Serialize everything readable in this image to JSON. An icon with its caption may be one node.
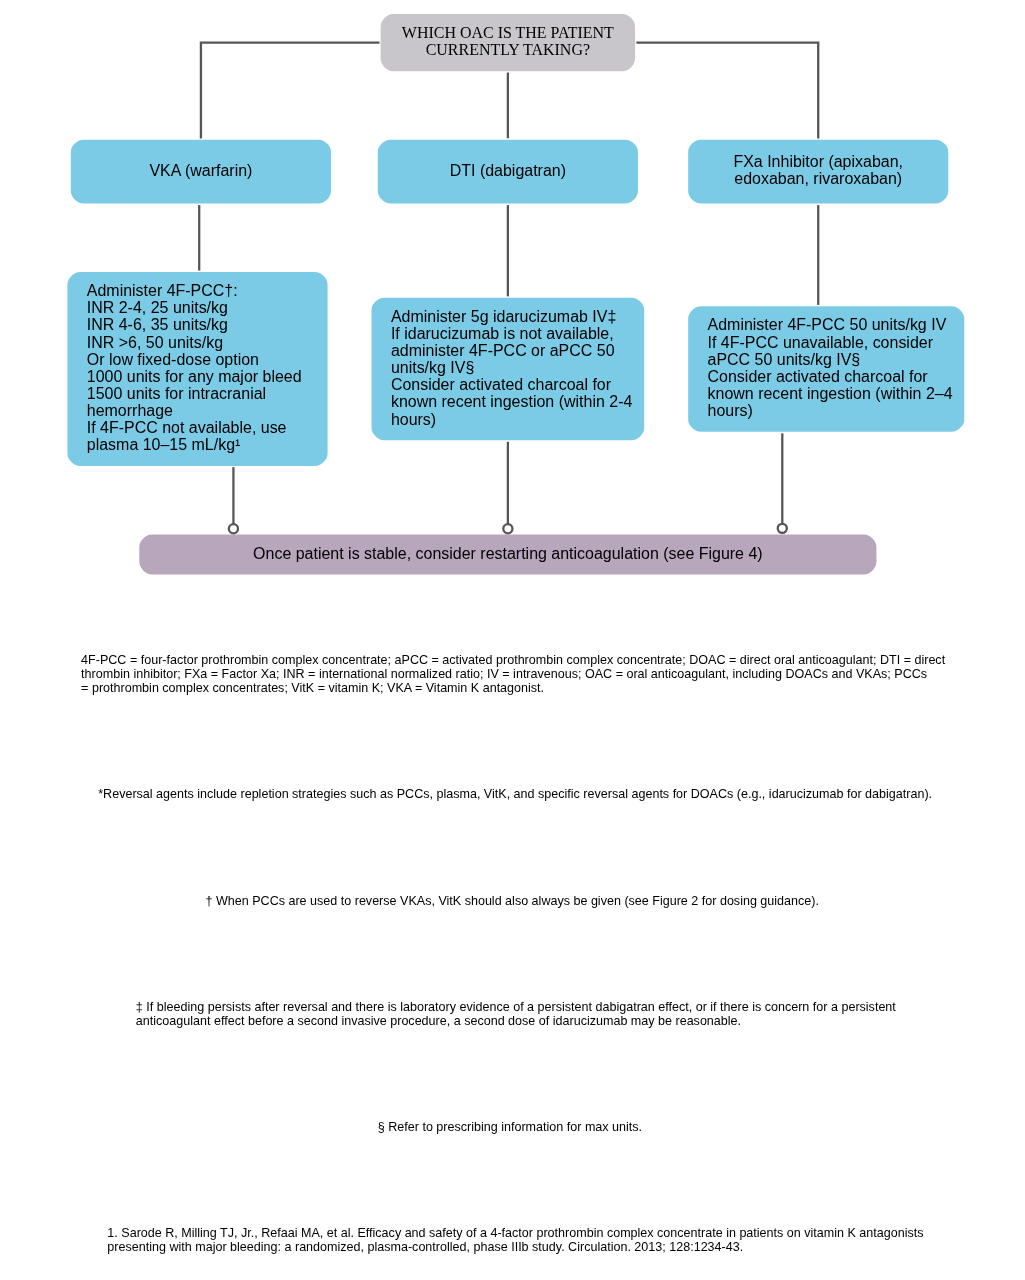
{
  "diagram": {
    "nodes": [
      {
        "text": [
          "WHICH OAC IS THE PATIENT CURRENTLY TAKING?"
        ]
      },
      {
        "text": [
          "VKA (warfarin)"
        ]
      },
      {
        "text": [
          "DTI (dabigatran)"
        ]
      },
      {
        "text": [
          "FXa Inhibitor (apixaban, edoxaban, rivaroxaban)"
        ]
      },
      {
        "text": [
          "Administer 4F-PCC†:",
          "INR 2-4, 25 units/kg",
          "INR 4-6, 35 units/kg",
          "INR >6, 50 units/kg",
          "Or low fixed-dose option",
          "1000 units for any major bleed",
          "1500 units for intracranial hemorrhage",
          "If 4F-PCC not available, use plasma 10–15 mL/kg¹"
        ]
      },
      {
        "text": [
          "Administer 5g idarucizumab IV‡",
          "If idarucizumab is not available, administer 4F-PCC or aPCC 50 units/kg IV§",
          "Consider activated charcoal for known recent ingestion (within 2-4 hours)"
        ]
      },
      {
        "text": [
          "Administer 4F-PCC 50 units/kg IV",
          "If 4F-PCC unavailable, consider aPCC 50 units/kg IV§",
          "Consider activated charcoal for known recent ingestion (within 2–4 hours)"
        ]
      },
      {
        "text": [
          "Once patient is stable, consider restarting anticoagulation (see Figure 4)"
        ]
      }
    ],
    "edges": [
      {
        "from": 0,
        "to": 1,
        "arrow": "none"
      },
      {
        "from": 0,
        "to": 2,
        "arrow": "none"
      },
      {
        "from": 0,
        "to": 3,
        "arrow": "none"
      },
      {
        "from": 1,
        "to": 4,
        "arrow": "none"
      },
      {
        "from": 2,
        "to": 5,
        "arrow": "none"
      },
      {
        "from": 3,
        "to": 6,
        "arrow": "none"
      },
      {
        "from": 4,
        "to": 7,
        "arrow": "other"
      },
      {
        "from": 5,
        "to": 7,
        "arrow": "other"
      },
      {
        "from": 6,
        "to": 7,
        "arrow": "other"
      }
    ],
    "labels": [
      "4F-PCC = four-factor prothrombin complex concentrate; aPCC = activated prothrombin complex concentrate; DOAC = direct oral anticoagulant; DTI = direct thrombin inhibitor; FXa = Factor Xa; INR = international normalized ratio; IV = intravenous; OAC = oral anticoagulant, including DOACs and VKAs; PCCs = prothrombin complex concentrates; VitK = vitamin K; VKA = Vitamin K antagonist.",
      "*Reversal agents include repletion strategies such as PCCs, plasma, VitK, and specific reversal agents for DOACs (e.g., idarucizumab for dabigatran).",
      "† When PCCs are used to reverse VKAs, VitK should also always be given (see Figure 2 for dosing guidance).",
      "‡ If bleeding persists after reversal and there is laboratory evidence of a persistent dabigatran effect, or if there is concern for a persistent anticoagulant effect before a second invasive procedure, a second dose of idarucizumab may be reasonable.",
      "§ Refer to prescribing information for max units.",
      "1. Sarode R, Milling TJ, Jr., Refaai MA, et al. Efficacy and safety of a 4-factor prothrombin complex concentrate in patients on vitamin K antagonists presenting with major bleeding: a randomized, plasma-controlled, phase IIIb study. Circulation. 2013; 128:1234-43."
    ]
  }
}
